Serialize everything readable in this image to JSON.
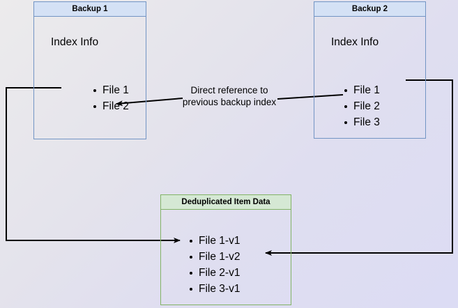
{
  "diagram": {
    "title": "Backup deduplication reference diagram",
    "background": {
      "gradient_start": "#ecebec",
      "gradient_end": "#dcdcf4"
    },
    "colors": {
      "blue_border": "#7294c4",
      "blue_header_fill": "#d4e1f5",
      "green_border": "#82b366",
      "green_header_fill": "#d5e8d4",
      "wire": "#000000"
    },
    "boxes": {
      "backup1": {
        "header": "Backup 1",
        "section_label": "Index Info",
        "items": [
          "File 1",
          "File 2"
        ]
      },
      "backup2": {
        "header": "Backup 2",
        "section_label": "Index Info",
        "items": [
          "File 1",
          "File 2",
          "File 3"
        ]
      },
      "dedup": {
        "header": "Deduplicated Item Data",
        "items": [
          "File 1-v1",
          "File 1-v2",
          "File 2-v1",
          "File 3-v1"
        ]
      }
    },
    "annotations": {
      "direct_reference": "Direct reference to\nprevious backup index"
    }
  }
}
